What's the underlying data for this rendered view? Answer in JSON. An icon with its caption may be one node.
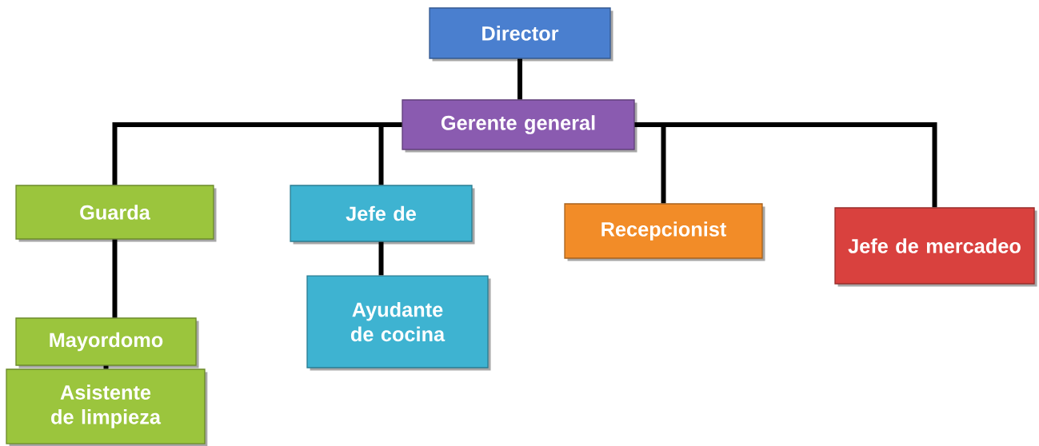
{
  "diagram": {
    "nodes": [
      {
        "text": [
          "Director"
        ]
      },
      {
        "text": [
          "Gerente general"
        ]
      },
      {
        "text": [
          "Guarda"
        ]
      },
      {
        "text": [
          "Jefe de"
        ]
      },
      {
        "text": [
          "Recepcionist"
        ]
      },
      {
        "text": [
          "Jefe de mercadeo"
        ]
      },
      {
        "text": [
          "Ayudante de cocina"
        ]
      },
      {
        "text": [
          "Mayordomo"
        ]
      },
      {
        "text": [
          "Asistente de limpieza"
        ]
      }
    ],
    "edges": [
      {
        "from": 0,
        "to": 1,
        "arrow": "none"
      },
      {
        "from": 1,
        "to": 2,
        "arrow": "none"
      },
      {
        "from": 1,
        "to": 3,
        "arrow": "none"
      },
      {
        "from": 1,
        "to": 4,
        "arrow": "none"
      },
      {
        "from": 1,
        "to": 5,
        "arrow": "none"
      },
      {
        "from": 3,
        "to": 6,
        "arrow": "none"
      },
      {
        "from": 2,
        "to": 7,
        "arrow": "none"
      },
      {
        "from": 7,
        "to": 8,
        "arrow": "none"
      }
    ]
  }
}
